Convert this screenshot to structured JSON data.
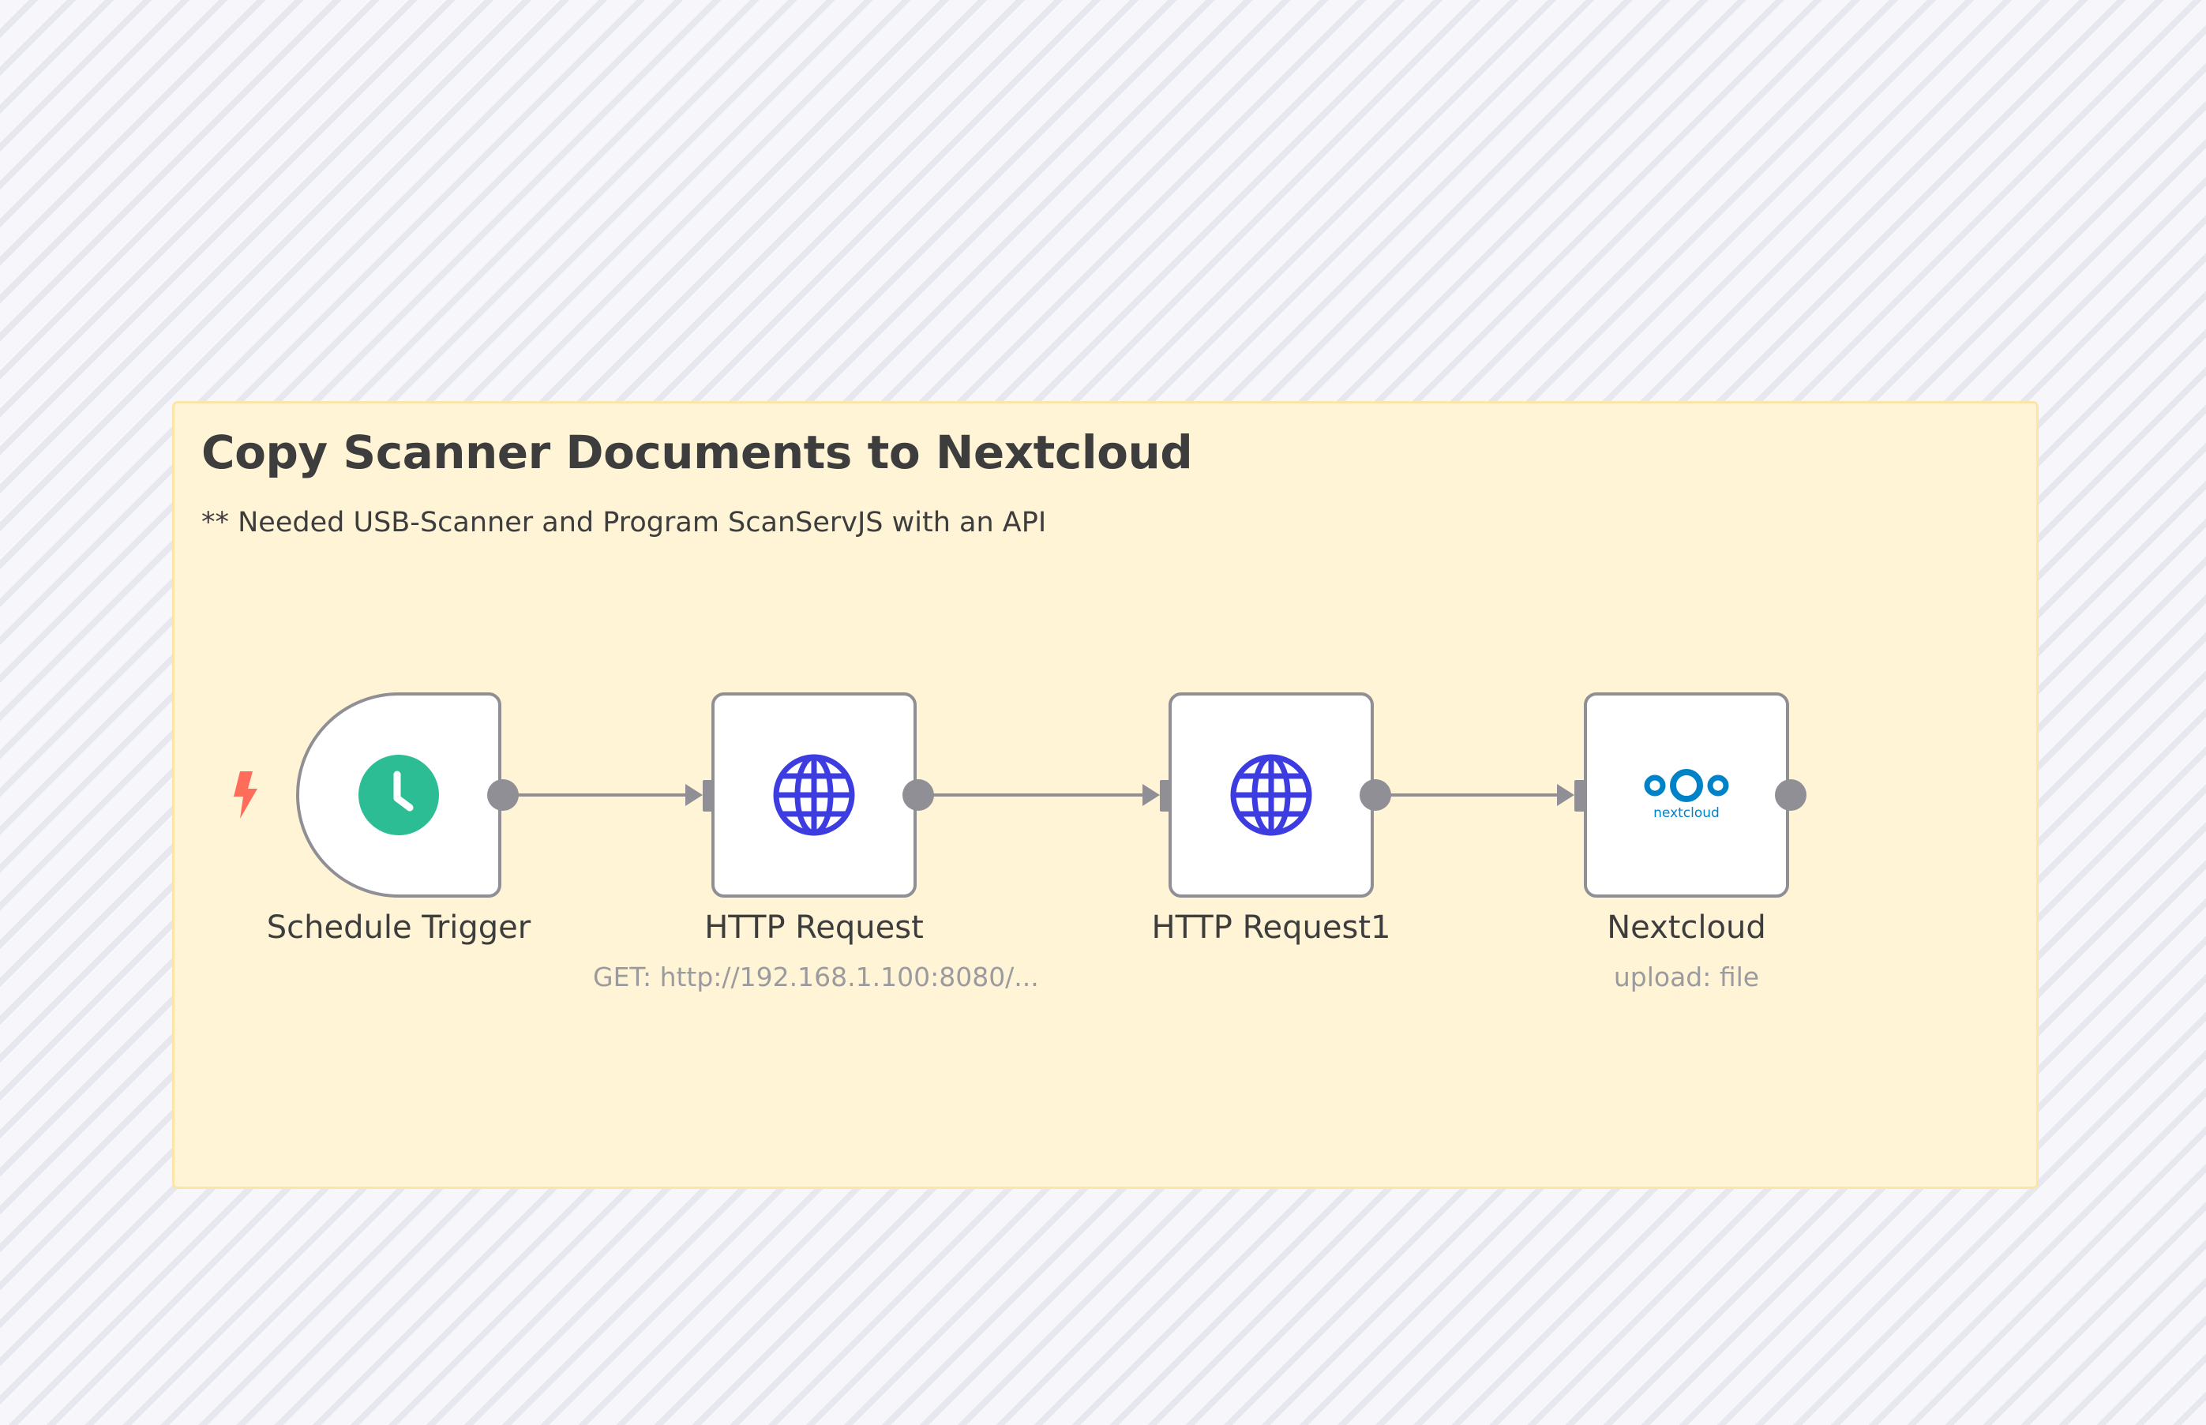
{
  "sticky_note": {
    "title": "Copy Scanner Documents to Nextcloud",
    "note": "** Needed USB-Scanner and Program ScanServJS with an API"
  },
  "nodes": [
    {
      "label": "Schedule Trigger",
      "subtitle": "",
      "icon": "clock-icon",
      "is_trigger": true
    },
    {
      "label": "HTTP Request",
      "subtitle": "GET: http://192.168.1.100:8080/...",
      "icon": "globe-icon"
    },
    {
      "label": "HTTP Request1",
      "subtitle": "",
      "icon": "globe-icon"
    },
    {
      "label": "Nextcloud",
      "subtitle": "upload: file",
      "icon": "nextcloud-logo-icon",
      "logo_text": "nextcloud"
    }
  ],
  "colors": {
    "canvas_background": "#f7f7fa",
    "sticky_background": "#fff4d6",
    "node_border": "#8f8f95",
    "connection_line": "#8f8f95",
    "trigger_bolt": "#ff6d5a",
    "clock_icon": "#2dbd94",
    "globe_icon": "#3d3ce0",
    "nextcloud_logo": "#0082c9"
  }
}
